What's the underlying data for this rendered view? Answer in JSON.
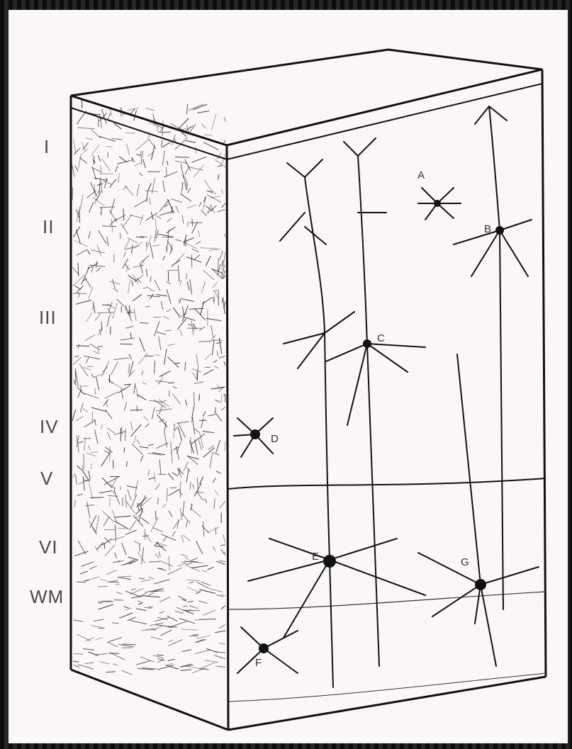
{
  "layers": [
    "I",
    "II",
    "III",
    "IV",
    "V",
    "VI",
    "WM"
  ],
  "cells": [
    "A",
    "B",
    "C",
    "D",
    "E",
    "F",
    "G"
  ],
  "colors": {
    "ink": "#111111",
    "paper": "#fbf7f7",
    "frame": "#1a1a1a",
    "label": "#4a4a4a"
  }
}
